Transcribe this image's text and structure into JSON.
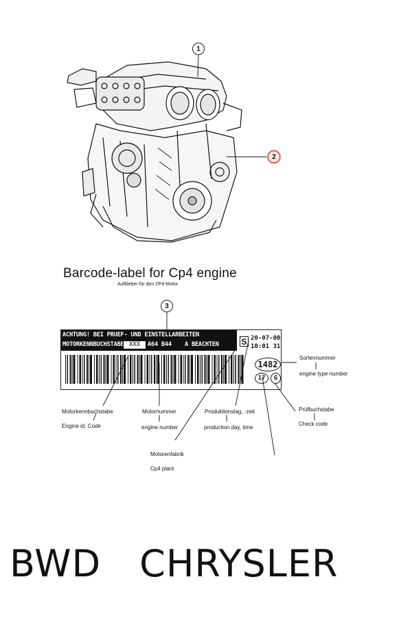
{
  "callouts": {
    "c1": "1",
    "c2": "2",
    "c3": "3"
  },
  "title": "Barcode-label for Cp4 engine",
  "subtitle": "Aufkleber für den ZP4-Motor",
  "label": {
    "line1": "ACHTUNG! BEI PRUEF- UND EINSTELLARBEITEN",
    "line2": "MOTORKENNBUCHSTABE",
    "line2b": "A64 B44",
    "line2c": "A BEACHTEN",
    "redacted": "XXX",
    "s": "S",
    "date": "20-07-00",
    "time": "10:01 31",
    "type_number": "1482",
    "plant_code": "17",
    "check_code": "G"
  },
  "annotations": {
    "sortennummer": "Sortennummer",
    "engine_type_number": "engine type number",
    "motorkennbuchstabe": "Motorkennbuchstabe",
    "engine_id_code": "Engine id. Code",
    "motornummer": "Motornummer",
    "engine_number": "engine number",
    "produktionstag": "Produktionstag, -zeit",
    "production_day_time": "production day, time",
    "pruefbuchstabe": "Prüfbuchstabe",
    "check_code": "Check code",
    "motorenfabrik": "Motorenfabrik",
    "cp4_plant": "Cp4 plant"
  },
  "brand": {
    "left": "BWD",
    "right": "CHRYSLER"
  },
  "colors": {
    "highlight": "#c0392b",
    "ink": "#111111"
  }
}
